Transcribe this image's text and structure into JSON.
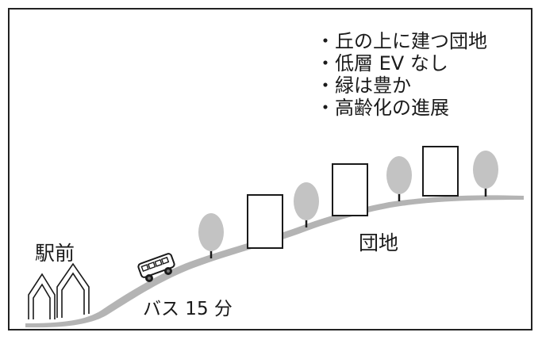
{
  "features": [
    "丘の上に建つ団地",
    "低層 EV なし",
    "緑は豊か",
    "高齢化の進展"
  ],
  "labels": {
    "station": "駅前",
    "housing_complex": "団地",
    "bus": "バス 15 分"
  },
  "colors": {
    "ground": "#b4b4b4",
    "tree_canopy": "#c3c3c3",
    "outline": "#1a1a1a"
  }
}
